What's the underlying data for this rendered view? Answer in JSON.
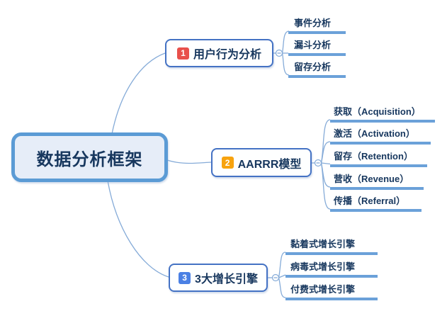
{
  "mindmap": {
    "root": {
      "label": "数据分析框架"
    },
    "branches": [
      {
        "badge": "1",
        "badge_color": "#e8504b",
        "label": "用户行为分析",
        "children": [
          {
            "label": "事件分析"
          },
          {
            "label": "漏斗分析"
          },
          {
            "label": "留存分析"
          }
        ]
      },
      {
        "badge": "2",
        "badge_color": "#f7a30f",
        "label": "AARRR模型",
        "children": [
          {
            "label": "获取（Acquisition）"
          },
          {
            "label": "激活（Activation）"
          },
          {
            "label": "留存（Retention）"
          },
          {
            "label": "营收（Revenue）"
          },
          {
            "label": "传播（Referral）"
          }
        ]
      },
      {
        "badge": "3",
        "badge_color": "#4a80e4",
        "label": "3大增长引擎",
        "children": [
          {
            "label": "黏着式增长引擎"
          },
          {
            "label": "病毒式增长引擎"
          },
          {
            "label": "付费式增长引擎"
          }
        ]
      }
    ],
    "colors": {
      "root_border": "#5b9bd5",
      "root_fill": "#e6edf8",
      "branch_border": "#4472c4",
      "text": "#17375e",
      "leaf_underline": "#6ba1d9",
      "connector": "#85abd8",
      "badge_1": "#e8504b",
      "badge_2": "#f7a30f",
      "badge_3": "#4a80e4"
    }
  }
}
